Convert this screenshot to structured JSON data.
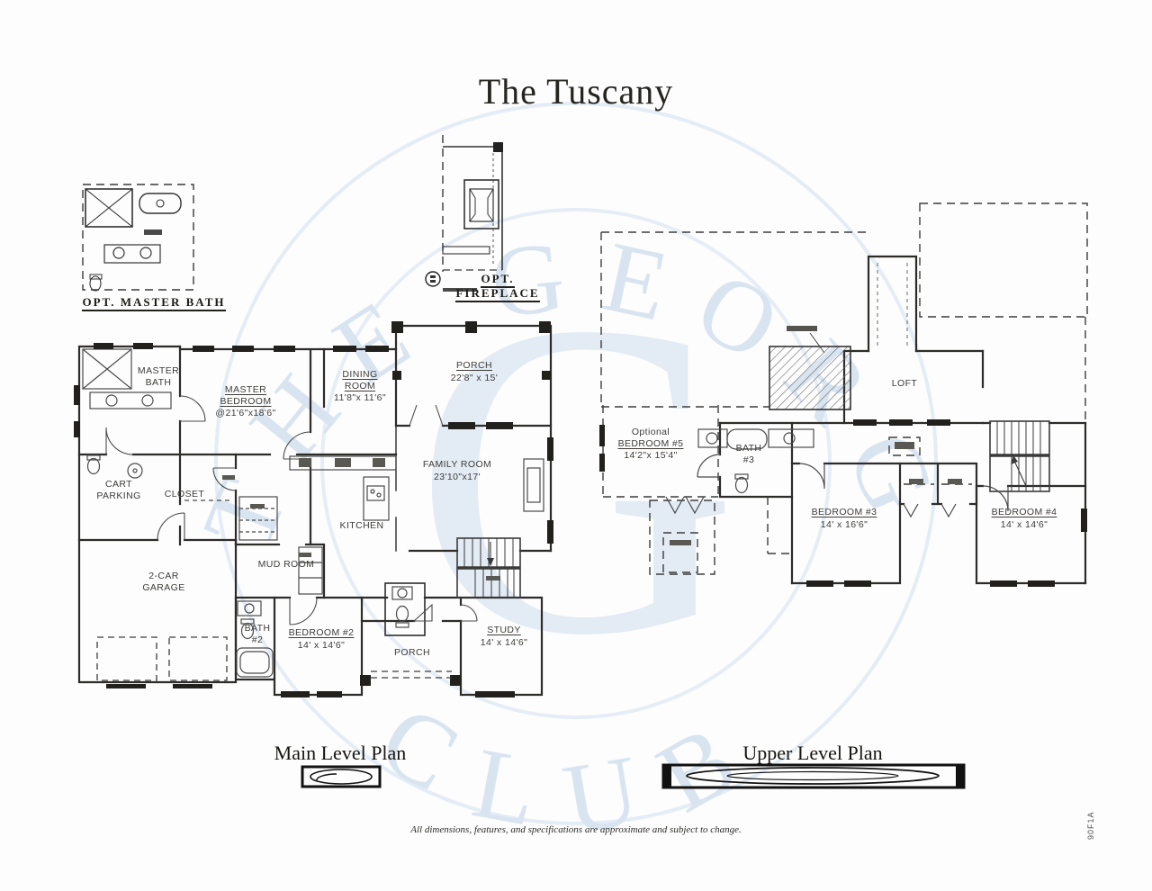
{
  "title": "The Tuscany",
  "watermark": {
    "arc_top": "THE GEORG",
    "arc_bottom": "CLUB",
    "monogram": "G",
    "color": "#dce6f2"
  },
  "details": {
    "master_bath": {
      "label": "OPT. MASTER BATH"
    },
    "fireplace": {
      "label": "OPT. FIREPLACE"
    }
  },
  "main_level": {
    "caption": "Main Level Plan",
    "rooms": {
      "master_bath": {
        "name": "MASTER BATH"
      },
      "master_bedroom": {
        "name": "MASTER BEDROOM",
        "dims": "@21'6\"x18'6\""
      },
      "dining": {
        "name": "DINING ROOM",
        "dims": "11'8\"x 11'6\""
      },
      "porch_top": {
        "name": "PORCH",
        "dims": "22'8\" x 15'"
      },
      "family": {
        "name": "FAMILY ROOM",
        "dims": "23'10\"x17'"
      },
      "kitchen": {
        "name": "KITCHEN"
      },
      "cart": {
        "name": "CART PARKING"
      },
      "closet": {
        "name": "CLOSET"
      },
      "mud": {
        "name": "MUD ROOM"
      },
      "garage": {
        "name": "2-CAR GARAGE"
      },
      "bath2": {
        "name": "BATH #2"
      },
      "bedroom2": {
        "name": "BEDROOM #2",
        "dims": "14' x 14'6\""
      },
      "porch_bottom": {
        "name": "PORCH"
      },
      "study": {
        "name": "STUDY",
        "dims": "14' x 14'6\""
      }
    }
  },
  "upper_level": {
    "caption": "Upper Level Plan",
    "rooms": {
      "bedroom5": {
        "prefix": "Optional",
        "name": "BEDROOM #5",
        "dims": "14'2\"x 15'4\""
      },
      "bath3": {
        "name": "BATH #3"
      },
      "loft": {
        "name": "LOFT"
      },
      "bedroom3": {
        "name": "BEDROOM #3",
        "dims": "14' x 16'6\""
      },
      "bedroom4": {
        "name": "BEDROOM #4",
        "dims": "14' x 14'6\""
      }
    }
  },
  "footer": {
    "disclaimer": "All dimensions, features, and specifications are approximate and subject to change.",
    "sheet_code": "90F1A"
  }
}
